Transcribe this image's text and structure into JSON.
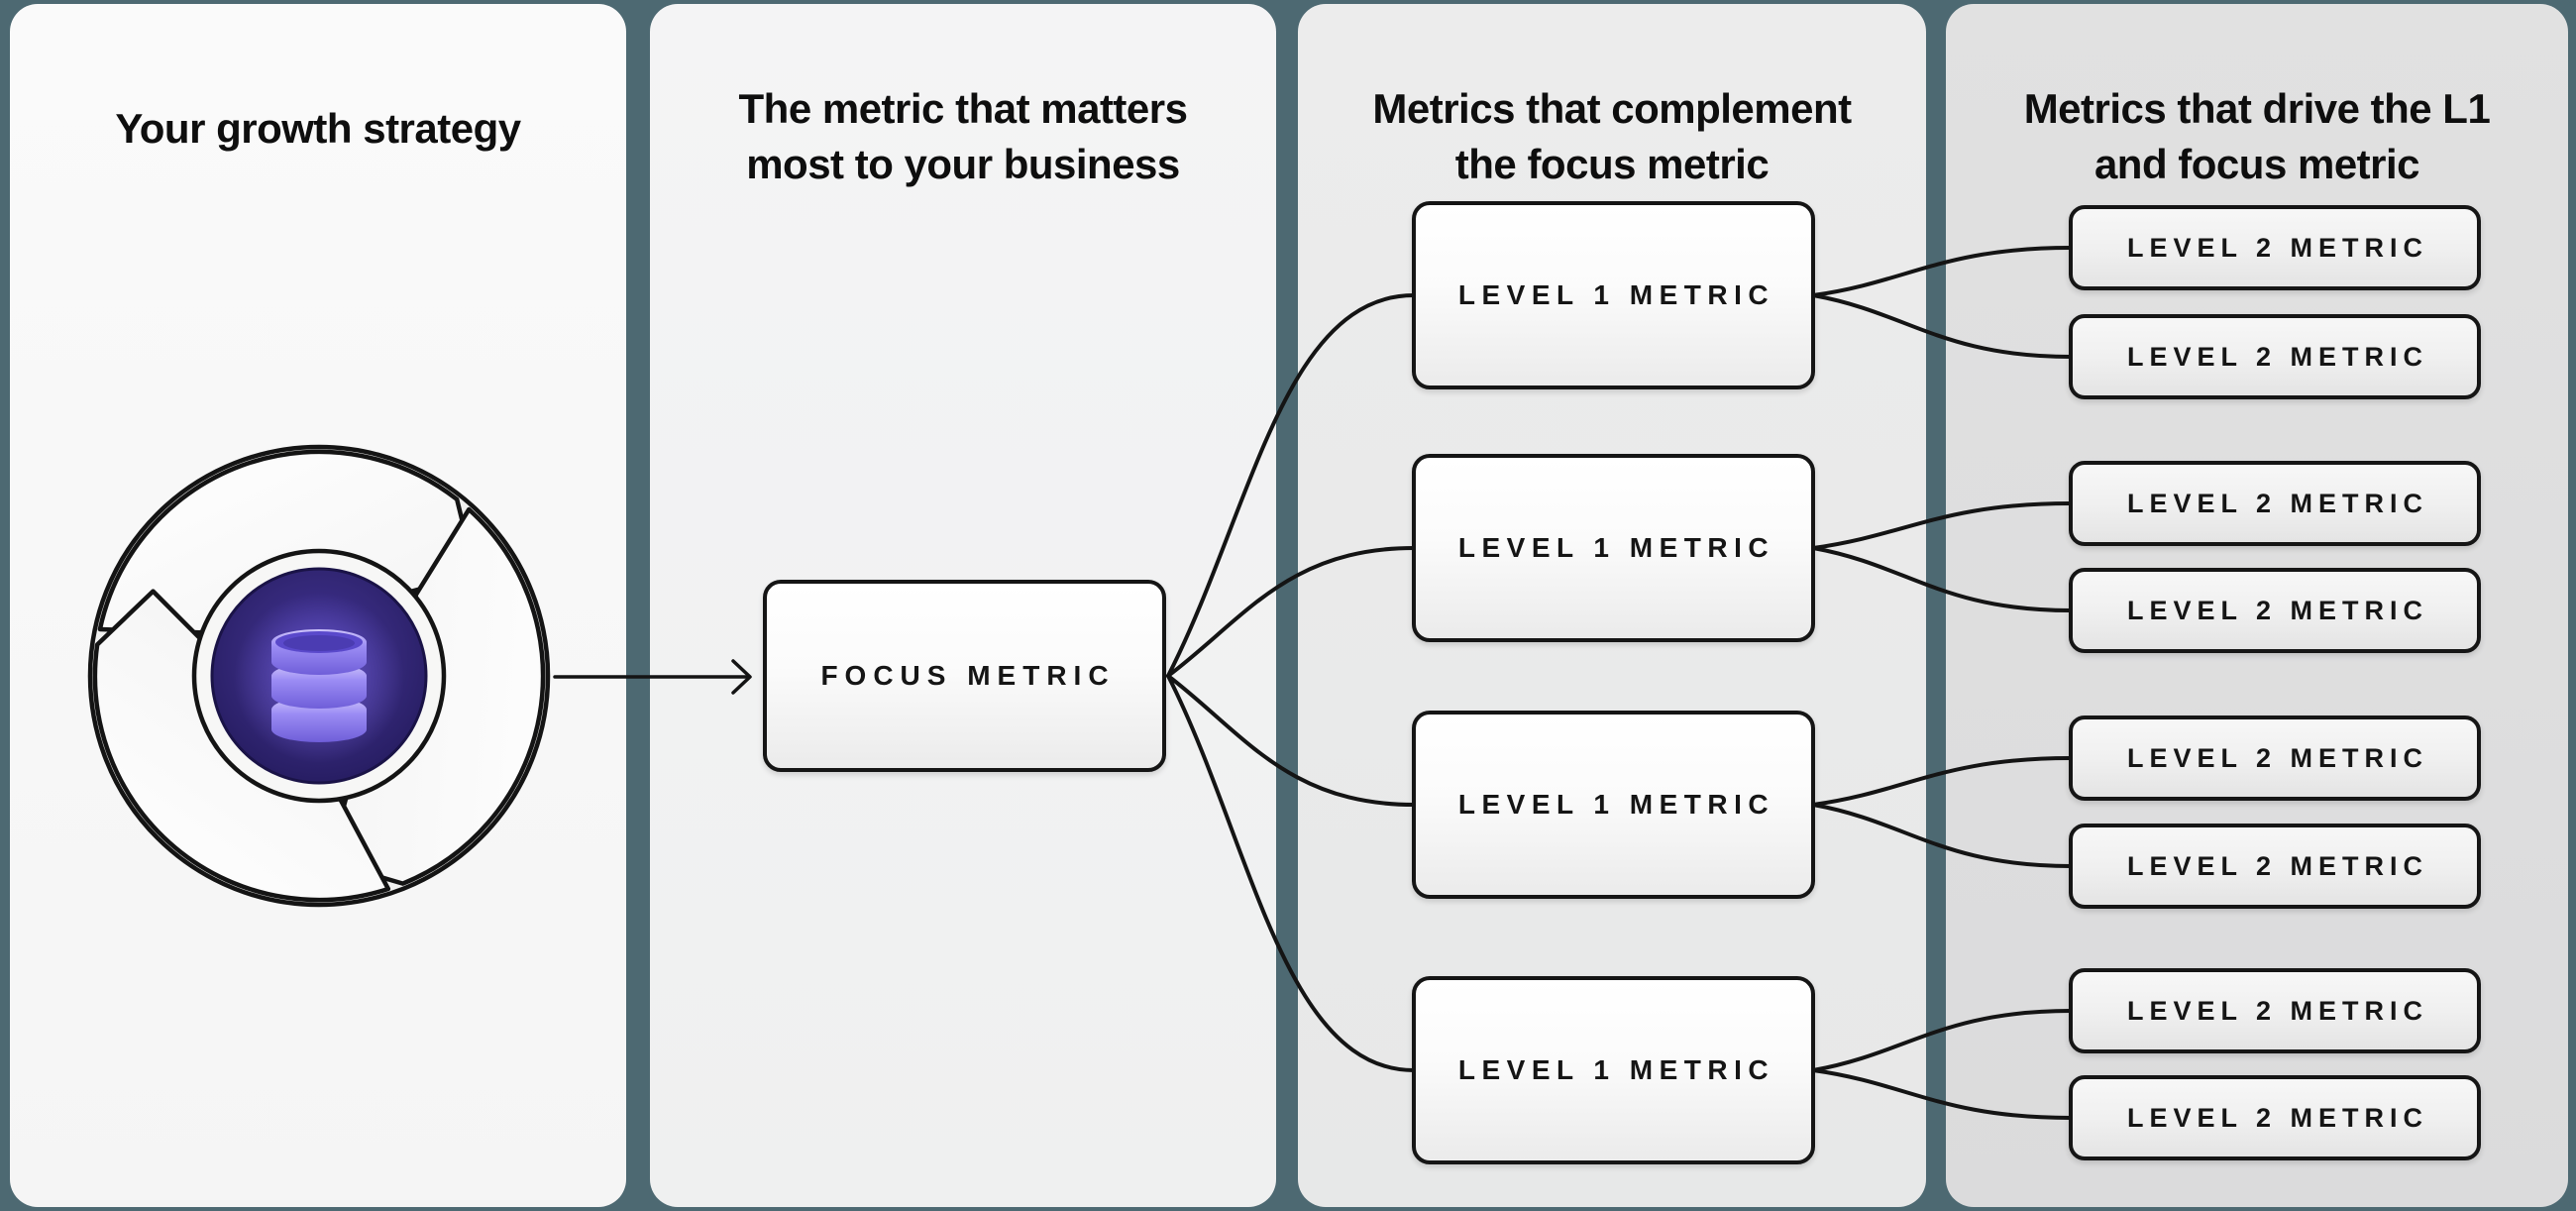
{
  "diagram": {
    "columns": [
      {
        "title_lines": [
          "Your growth strategy"
        ]
      },
      {
        "title_lines": [
          "The metric that matters",
          "most to your business"
        ]
      },
      {
        "title_lines": [
          "Metrics that complement",
          "the focus metric"
        ]
      },
      {
        "title_lines": [
          "Metrics that drive the L1",
          "and focus metric"
        ]
      }
    ],
    "focus_metric_label": "FOCUS METRIC",
    "level1_labels": [
      "LEVEL 1 METRIC",
      "LEVEL 1 METRIC",
      "LEVEL 1 METRIC",
      "LEVEL 1 METRIC"
    ],
    "level2_labels": [
      "LEVEL 2 METRIC",
      "LEVEL 2 METRIC",
      "LEVEL 2 METRIC",
      "LEVEL 2 METRIC",
      "LEVEL 2 METRIC",
      "LEVEL 2 METRIC",
      "LEVEL 2 METRIC",
      "LEVEL 2 METRIC"
    ],
    "icons": {
      "flywheel": "flywheel-icon",
      "database": "database-icon",
      "arrow": "arrow-right-icon"
    },
    "colors": {
      "background": "#4d6972",
      "panel_1": "#f8f8f8",
      "panel_2": "#f2f2f3",
      "panel_3": "#eaebeb",
      "panel_4": "#dedede",
      "line": "#141414",
      "hub_indigo": "#342878",
      "db_purple": "#7c6ce4",
      "db_rim_lavender": "#ccc2fa"
    }
  }
}
